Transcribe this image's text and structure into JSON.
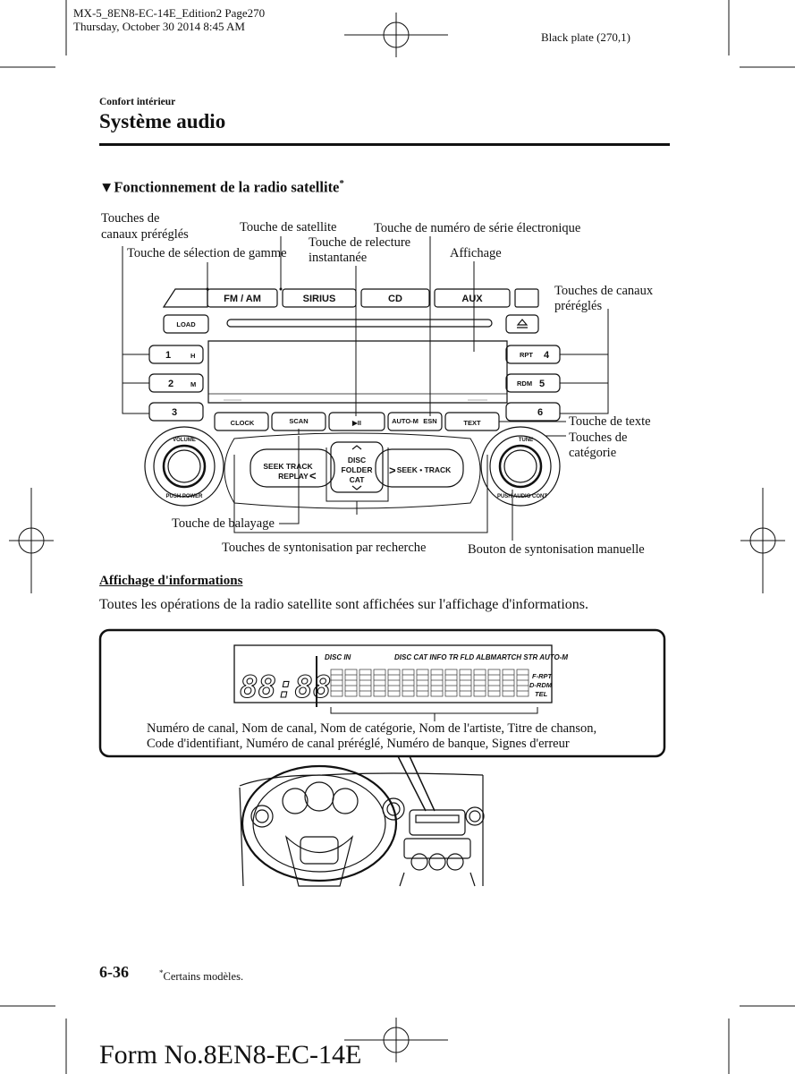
{
  "print_header": {
    "line1": "MX-5_8EN8-EC-14E_Edition2 Page270",
    "line2": "Thursday, October 30 2014 8:45 AM",
    "plate": "Black plate (270,1)"
  },
  "section": "Confort intérieur",
  "title": "Système audio",
  "subsection": "▼Fonctionnement de la radio satellite",
  "subsection_mark": "*",
  "callouts": {
    "preset_left": "Touches de\ncanaux préréglés",
    "band_select": "Touche de sélection de gamme",
    "satellite": "Touche de satellite",
    "replay": "Touche de relecture\ninstantanée",
    "esn": "Touche de numéro de série électronique",
    "display": "Affichage",
    "preset_right": "Touches de canaux\npréréglés",
    "text_key": "Touche de texte",
    "category": "Touches de\ncatégorie",
    "scan": "Touche de balayage",
    "seek": "Touches de syntonisation par recherche",
    "manual_tune": "Bouton de syntonisation manuelle"
  },
  "unit": {
    "top_buttons": [
      "FM / AM",
      "SIRIUS",
      "CD",
      "AUX"
    ],
    "load": "LOAD",
    "eject_icon": "eject-icon",
    "left_presets": [
      {
        "num": "1",
        "sub": "H"
      },
      {
        "num": "2",
        "sub": "M"
      },
      {
        "num": "3",
        "sub": ""
      }
    ],
    "right_presets": [
      {
        "num": "4",
        "sub": "RPT"
      },
      {
        "num": "5",
        "sub": "RDM"
      },
      {
        "num": "6",
        "sub": ""
      }
    ],
    "bottom_buttons": [
      "CLOCK",
      "SCAN",
      "▶II",
      "AUTO-M",
      "ESN",
      "TEXT"
    ],
    "volume_ring": "VOLUME",
    "volume_push": "PUSH POWER",
    "tune_ring": "TUNE",
    "tune_push": "PUSH AUDIO CONT",
    "seek_left": [
      "SEEK TRACK",
      "REPLAY"
    ],
    "center_cluster": [
      "DISC",
      "FOLDER",
      "CAT"
    ],
    "seek_right": "SEEK • TRACK"
  },
  "info_heading": "Affichage d'informations",
  "info_text": "Toutes les opérations de la radio satellite sont affichées sur l'affichage d'informations.",
  "display_panel": {
    "indicators": "DISC IN",
    "indicators_right": "DISC CAT INFO TR FLD ALBMARTCH STR AUTO-M",
    "clock": "88:88",
    "side_flags": [
      "F-RPT",
      "D-RDM",
      "TEL"
    ],
    "caption_line1": "Numéro de canal, Nom de canal, Nom de catégorie, Nom de l'artiste, Titre de chanson,",
    "caption_line2": "Code d'identifiant, Numéro de canal préréglé, Numéro de banque, Signes d'erreur"
  },
  "footer": {
    "page": "6-36",
    "note_mark": "*",
    "note": "Certains modèles."
  },
  "form_number": "Form No.8EN8-EC-14E"
}
